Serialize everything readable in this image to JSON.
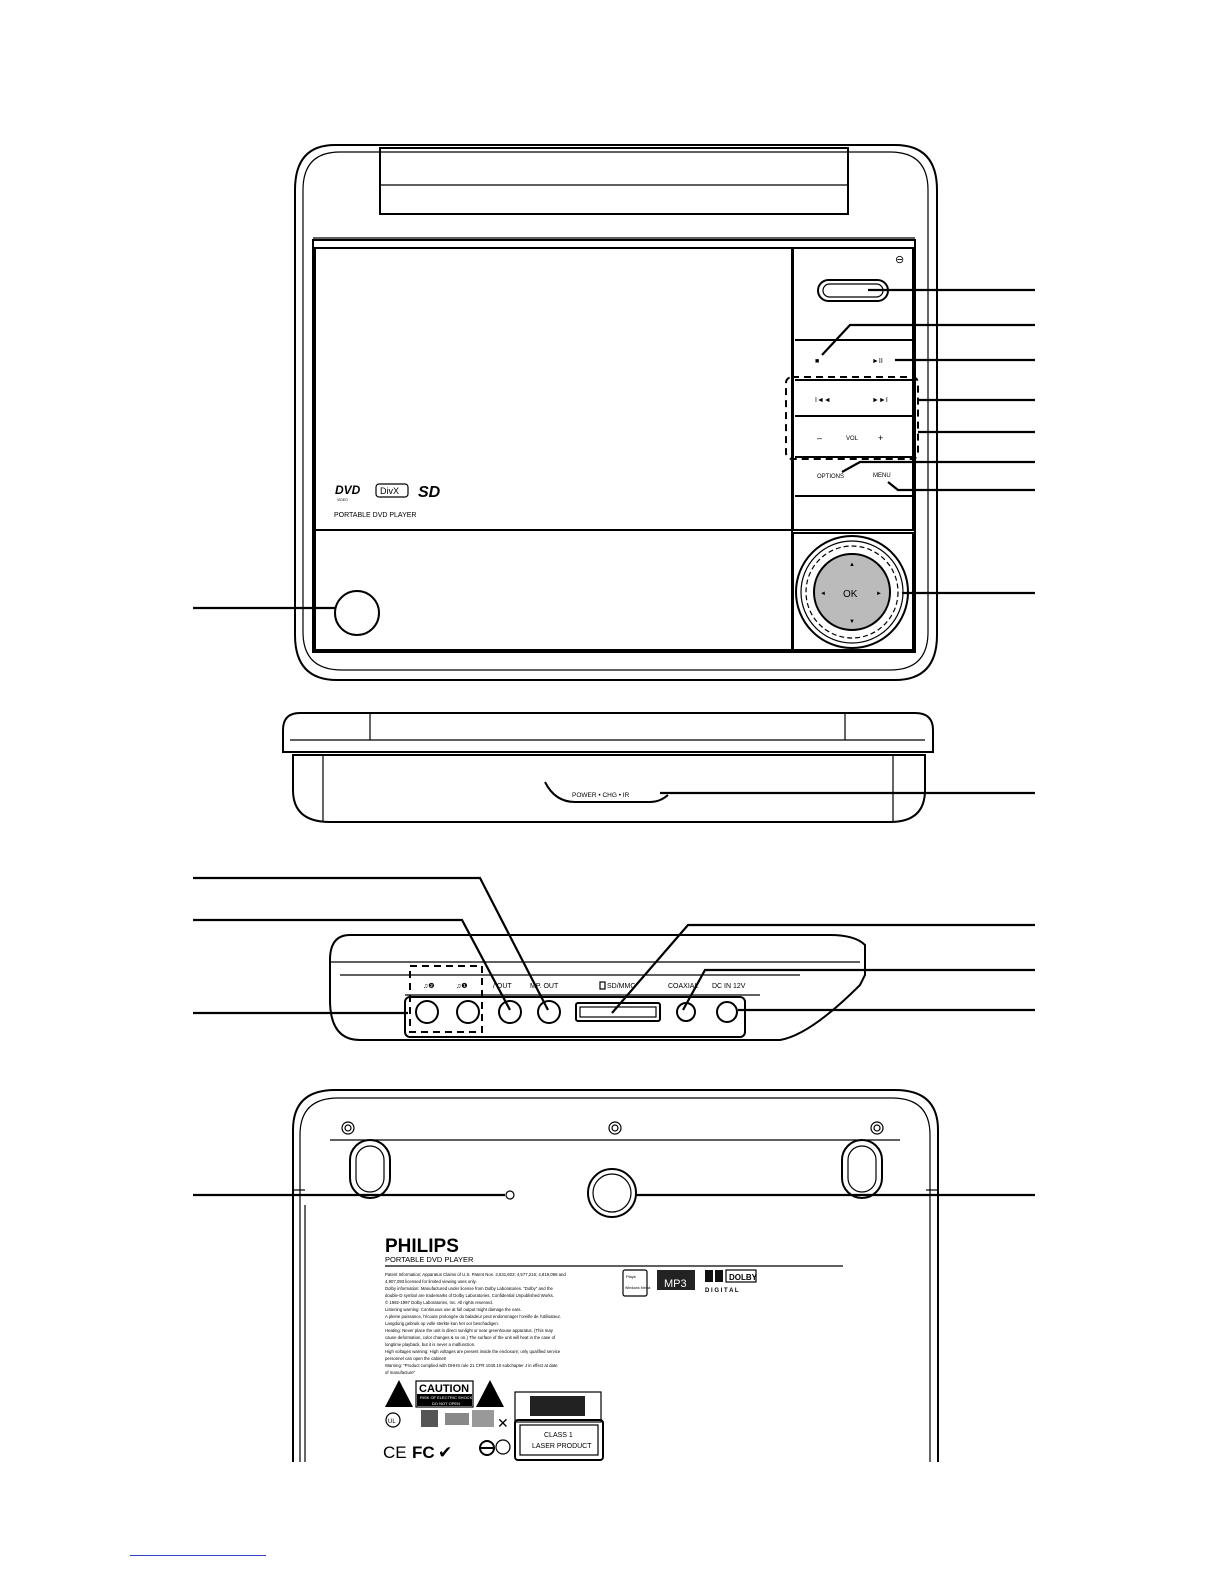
{
  "front": {
    "stop_symbol": "■",
    "play_pause_symbol": "►II",
    "prev_symbol": "I◄◄",
    "next_symbol": "►►I",
    "vol_minus": "–",
    "vol_label": "VOL",
    "vol_plus": "+",
    "options_label": "OPTIONS",
    "menu_label": "MENU",
    "ok_label": "OK",
    "power_symbol": "⊖",
    "logo_dvd": "DVD",
    "logo_dvd_sub": "VIDEO",
    "logo_divx": "DivX",
    "logo_sd": "SD",
    "product_name": "PORTABLE DVD PLAYER"
  },
  "top_side": {
    "indicator_label": "POWER  •  CHG  •  IR"
  },
  "ports_side": {
    "headphone2": "♫❷",
    "headphone1": "♫❶",
    "av_out": "/ OUT",
    "amp_out": "MP. OUT",
    "card_slot": "SD/MMC",
    "coaxial": "COAXIAL",
    "dc_in": "DC IN 12V"
  },
  "bottom_label": {
    "brand": "PHILIPS",
    "product": "PORTABLE DVD PLAYER",
    "lines": [
      "Patent Information: Apparatus Claims of U.S. Patent Nos. 4,631,603; 4,577,216; 4,819,098 and",
      "4,907,093 licensed for limited viewing uses only.",
      "Dolby information: Manufactured under license from Dolby Laboratories. \"Dolby\" and the",
      "double-D symbol are trademarks of Dolby Laboratories. Confidential Unpublished Works.",
      "© 1992-1997 Dolby Laboratories, Inc. All rights reserved.",
      "Listening warning: Continuous use at full output might damage the ears.",
      "A pleine puissance, l'écoute prolongée du baladeur peut endommager l'oreille de l'utilisateur.",
      "Langdurig gebruik op volle sterkte kan het oor beschadigen.",
      "Heating: Never place the unit in direct sunlight or near greenhouse apparatus. (This may",
      "cause deformation, color changes & so on.) The surface of the unit will heat in the case of",
      "longtime playback, but it is never a malfunction.",
      "High voltages warning: High voltages are present inside the enclosure; only qualified service",
      "personnel can open the cabinet!",
      "Warning: \"Product complied with DHHS rule 21 CFR 1040.10 subchapter J in effect at date",
      "of manufacture\""
    ],
    "caution": "CAUTION",
    "caution_sub1": "RISK OF ELECTRIC SHOCK",
    "caution_sub2": "DO NOT OPEN",
    "laser_line1": "CLASS 1",
    "laser_line2": "LASER PRODUCT",
    "windows_media": "Windows Media",
    "plays": "Plays",
    "mp3": "MP3",
    "dolby": "DOLBY",
    "digital": "D I G I T A L",
    "ce": "CE",
    "fcc": "FC",
    "ul": "UL"
  }
}
